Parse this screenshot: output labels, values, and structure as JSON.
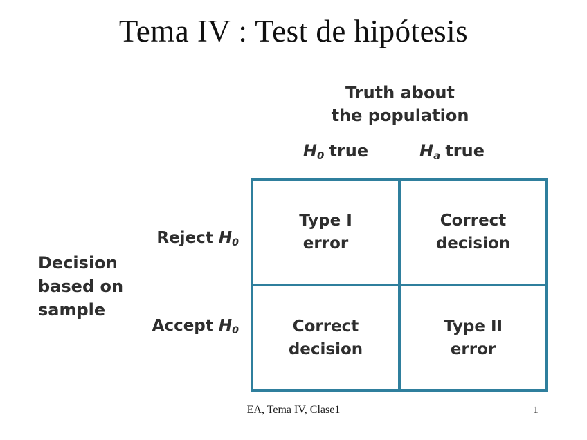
{
  "slide": {
    "title": "Tema IV : Test de hipótesis",
    "footer": {
      "left": "EA, Tema IV, Clase1",
      "page": "1"
    }
  },
  "diagram": {
    "truth_label": {
      "line1": "Truth about",
      "line2": "the population"
    },
    "col_headers": {
      "h0": {
        "symbol": "H",
        "sub": "0",
        "rest": "true"
      },
      "ha": {
        "symbol": "H",
        "sub": "a",
        "rest": "true"
      }
    },
    "row_labels": {
      "reject": {
        "prefix": "Reject",
        "symbol": "H",
        "sub": "0"
      },
      "accept": {
        "prefix": "Accept",
        "symbol": "H",
        "sub": "0"
      }
    },
    "side_label": {
      "line1": "Decision",
      "line2": "based on",
      "line3": "sample"
    },
    "cells": {
      "top_left": {
        "line1": "Type I",
        "line2": "error"
      },
      "top_right": {
        "line1": "Correct",
        "line2": "decision"
      },
      "bottom_left": {
        "line1": "Correct",
        "line2": "decision"
      },
      "bottom_right": {
        "line1": "Type II",
        "line2": "error"
      }
    },
    "colors": {
      "table_border": "#2f7f9d",
      "text": "#2e2e2e"
    }
  }
}
